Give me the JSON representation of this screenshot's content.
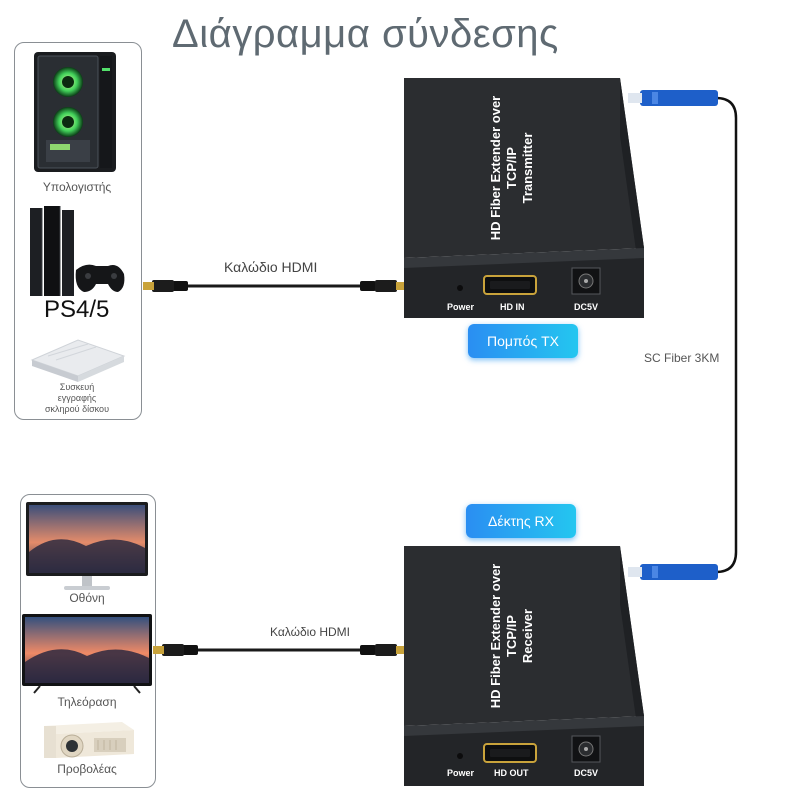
{
  "title": "Διάγραμμα σύνδεσης",
  "sources": {
    "computer_label": "Υπολογιστής",
    "console_label": "PS4/5",
    "dvr_label_line1": "Συσκευή",
    "dvr_label_line2": "εγγραφής",
    "dvr_label_line3": "σκληρού δίσκου"
  },
  "displays": {
    "monitor_label": "Οθόνη",
    "tv_label": "Τηλεόραση",
    "projector_label": "Προβολέας"
  },
  "transmitter": {
    "brand_line1": "HD Fiber Extender over TCP/IP",
    "brand_line2": "Transmitter",
    "port_power": "Power",
    "port_hdmi": "HD IN",
    "port_dc": "DC5V",
    "badge": "Πομπός TX"
  },
  "receiver": {
    "brand_line1": "HD Fiber Extender over TCP/IP",
    "brand_line2": "Receiver",
    "port_power": "Power",
    "port_hdmi": "HD OUT",
    "port_dc": "DC5V",
    "badge": "Δέκτης RX"
  },
  "cables": {
    "hdmi_top": "Καλώδιο HDMI",
    "hdmi_bottom": "Καλώδιο HDMI",
    "fiber": "SC Fiber 3KM"
  },
  "colors": {
    "badge_start": "#2a8ef2",
    "badge_end": "#24c6f0",
    "device_body": "#2b2d30",
    "fiber_connector": "#1e5fc9"
  }
}
